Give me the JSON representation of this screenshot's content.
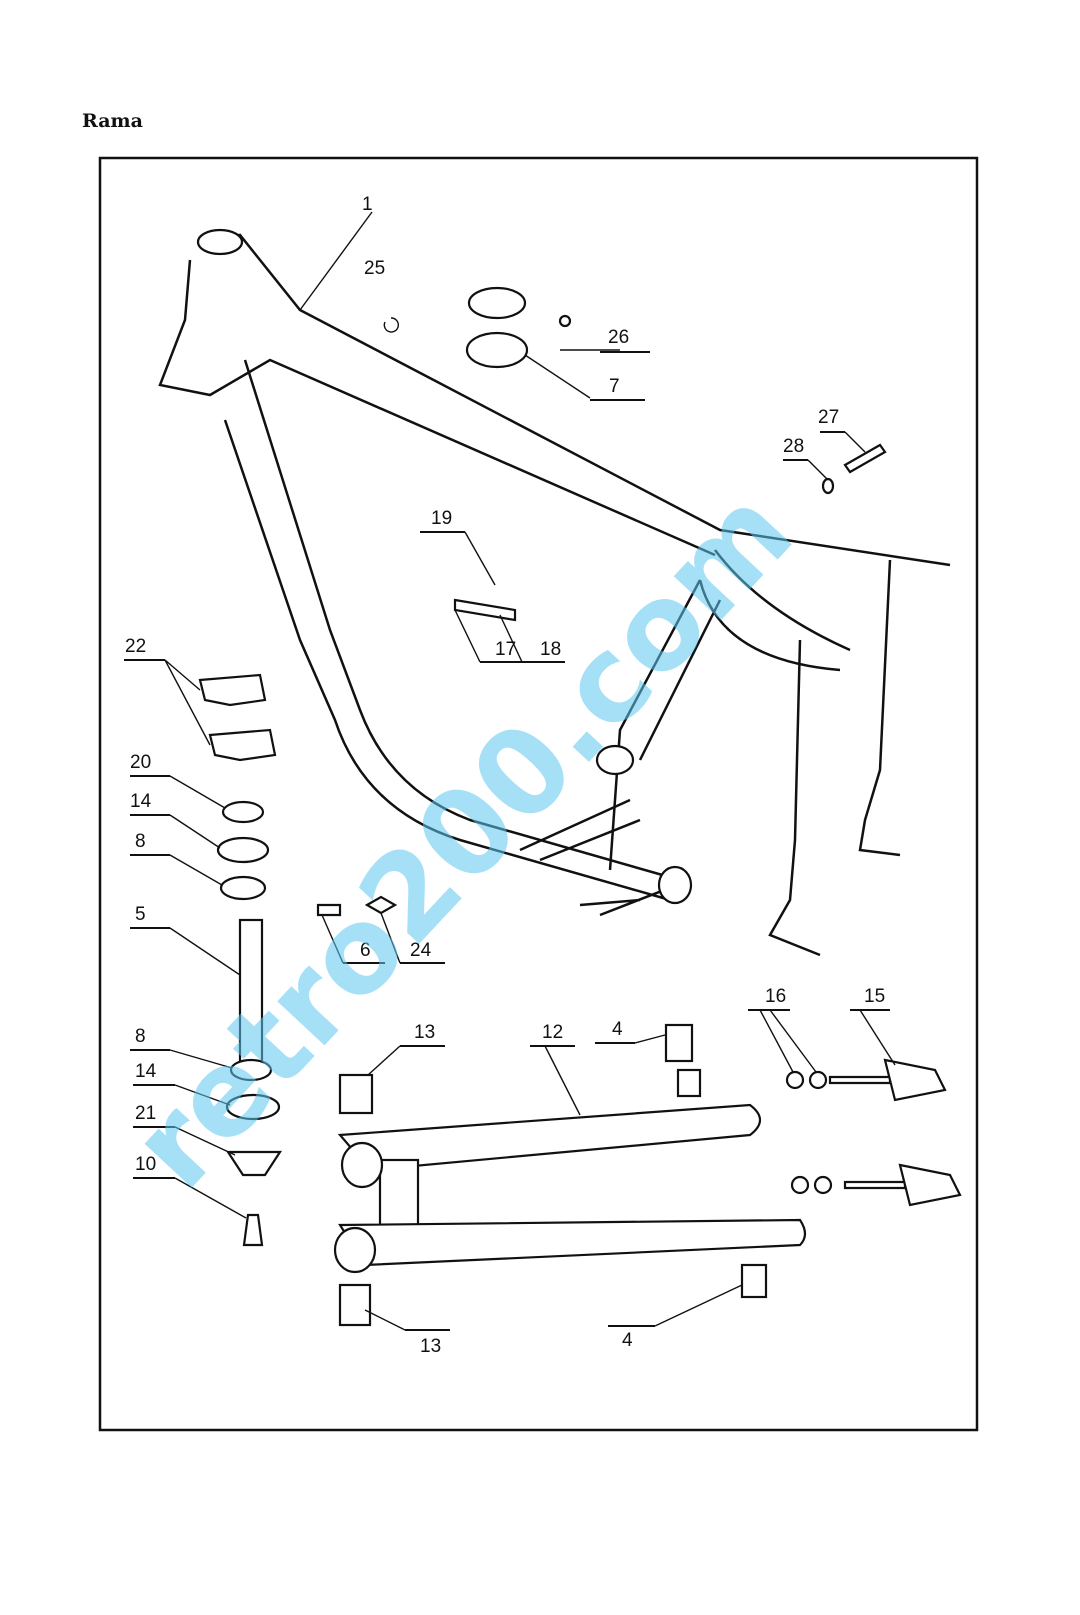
{
  "title": "Rama",
  "watermark": "retro200.com",
  "callouts": [
    "1",
    "25",
    "26",
    "7",
    "27",
    "28",
    "19",
    "17",
    "18",
    "22",
    "20",
    "14",
    "8",
    "5",
    "6",
    "24",
    "8",
    "14",
    "21",
    "10",
    "13",
    "12",
    "4",
    "16",
    "15",
    "13",
    "4"
  ]
}
